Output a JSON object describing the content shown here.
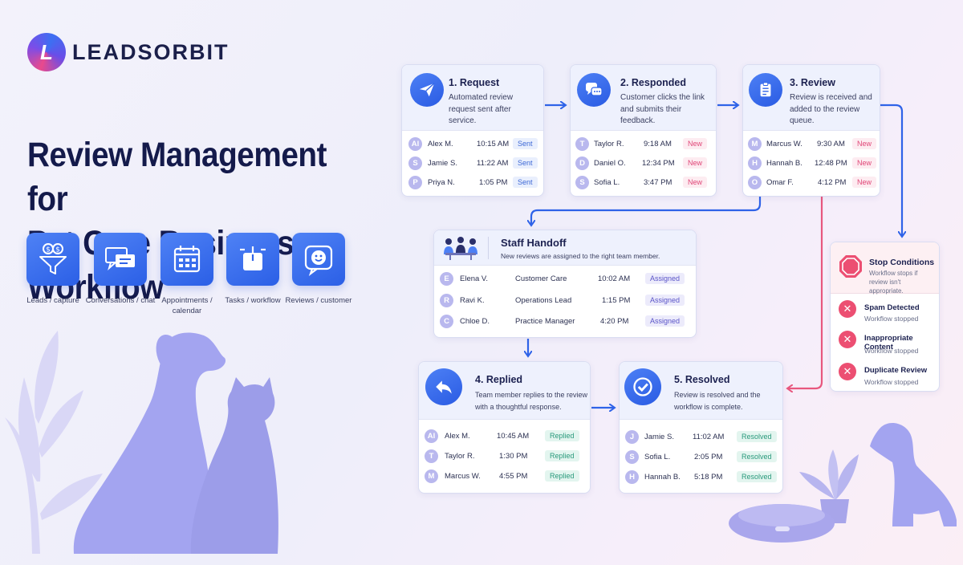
{
  "brand": {
    "name": "LEADSORBIT"
  },
  "title": {
    "line1": "Review Management for",
    "line2": "Pet Care Businesses Workflow"
  },
  "features": [
    {
      "label": "Leads / capture",
      "icon": "funnel-icon"
    },
    {
      "label": "Conversations / chat",
      "icon": "chat-icon"
    },
    {
      "label": "Appointments / calendar",
      "icon": "calendar-icon"
    },
    {
      "label": "Tasks / workflow",
      "icon": "tasks-icon"
    },
    {
      "label": "Reviews / customer",
      "icon": "review-smile-icon"
    }
  ],
  "steps": {
    "request": {
      "title": "1. Request",
      "desc": "Automated review request sent after service.",
      "icon": "paper-plane-icon",
      "rows": [
        {
          "initials": "Al",
          "name": "Alex M.",
          "time": "10:15 AM",
          "status": "Sent"
        },
        {
          "initials": "S",
          "name": "Jamie S.",
          "time": "11:22 AM",
          "status": "Sent"
        },
        {
          "initials": "P",
          "name": "Priya N.",
          "time": "1:05 PM",
          "status": "Sent"
        }
      ]
    },
    "responded": {
      "title": "2. Responded",
      "desc": "Customer clicks the link and submits their feedback.",
      "icon": "chat-bubbles-icon",
      "rows": [
        {
          "initials": "T",
          "name": "Taylor R.",
          "time": "9:18 AM",
          "status": "New"
        },
        {
          "initials": "D",
          "name": "Daniel O.",
          "time": "12:34 PM",
          "status": "New"
        },
        {
          "initials": "S",
          "name": "Sofia L.",
          "time": "3:47 PM",
          "status": "New"
        }
      ]
    },
    "review": {
      "title": "3. Review",
      "desc": "Review is received and added to the review queue.",
      "icon": "clipboard-icon",
      "rows": [
        {
          "initials": "M",
          "name": "Marcus W.",
          "time": "9:30 AM",
          "status": "New"
        },
        {
          "initials": "H",
          "name": "Hannah B.",
          "time": "12:48 PM",
          "status": "New"
        },
        {
          "initials": "O",
          "name": "Omar F.",
          "time": "4:12 PM",
          "status": "New"
        }
      ]
    },
    "handoff": {
      "title": "Staff Handoff",
      "desc": "New reviews are assigned to the right team member.",
      "icon": "team-meeting-icon",
      "rows": [
        {
          "initials": "E",
          "name": "Elena V.",
          "role": "Customer Care",
          "time": "10:02 AM",
          "status": "Assigned"
        },
        {
          "initials": "R",
          "name": "Ravi K.",
          "role": "Operations Lead",
          "time": "1:15 PM",
          "status": "Assigned"
        },
        {
          "initials": "C",
          "name": "Chloe D.",
          "role": "Practice Manager",
          "time": "4:20 PM",
          "status": "Assigned"
        }
      ]
    },
    "replied": {
      "title": "4. Replied",
      "desc": "Team member replies to the review with a thoughtful response.",
      "icon": "reply-arrow-icon",
      "rows": [
        {
          "initials": "Al",
          "name": "Alex M.",
          "time": "10:45 AM",
          "status": "Replied"
        },
        {
          "initials": "T",
          "name": "Taylor R.",
          "time": "1:30 PM",
          "status": "Replied"
        },
        {
          "initials": "M",
          "name": "Marcus W.",
          "time": "4:55 PM",
          "status": "Replied"
        }
      ]
    },
    "resolved": {
      "title": "5. Resolved",
      "desc": "Review is resolved and the workflow is complete.",
      "icon": "check-circle-icon",
      "rows": [
        {
          "initials": "J",
          "name": "Jamie S.",
          "time": "11:02 AM",
          "status": "Resolved"
        },
        {
          "initials": "S",
          "name": "Sofia L.",
          "time": "2:05 PM",
          "status": "Resolved"
        },
        {
          "initials": "H",
          "name": "Hannah B.",
          "time": "5:18 PM",
          "status": "Resolved"
        }
      ]
    }
  },
  "stop": {
    "title": "Stop Conditions",
    "desc": "Workflow stops if review isn't appropriate.",
    "icon": "stop-sign-icon",
    "items": [
      {
        "title": "Spam Detected",
        "status": "Workflow stopped"
      },
      {
        "title": "Inappropriate Content",
        "status": "Workflow stopped"
      },
      {
        "title": "Duplicate Review",
        "status": "Workflow stopped"
      }
    ]
  },
  "colors": {
    "accent_blue": "#2f63e8",
    "stop_pink": "#e8577e",
    "silhouette": "#9ea0ef",
    "title": "#141a4b"
  }
}
